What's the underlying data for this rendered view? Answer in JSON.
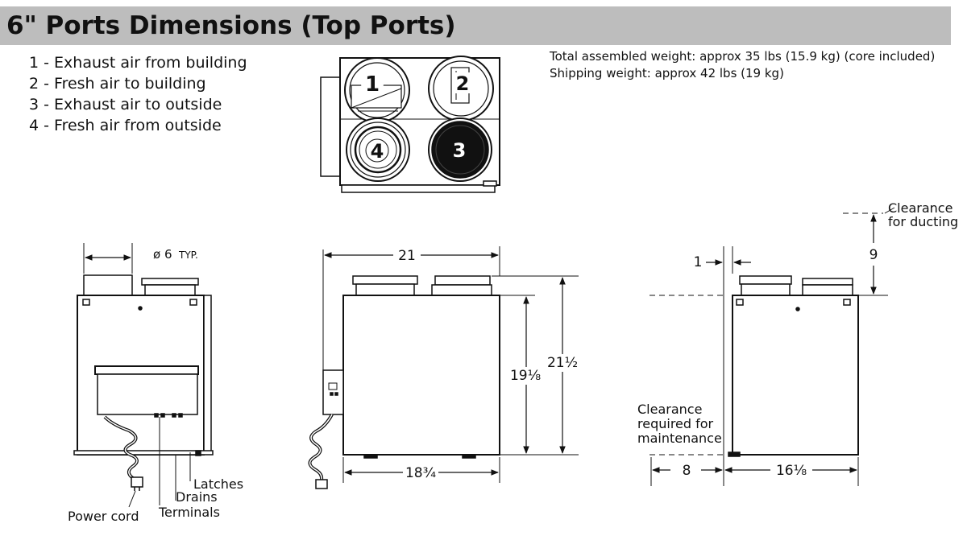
{
  "title": "6\" Ports Dimensions (Top Ports)",
  "legend": [
    "1 - Exhaust air from building",
    "2 - Fresh air to building",
    "3 - Exhaust air to outside",
    "4 - Fresh air from outside"
  ],
  "weights": {
    "assembled": "Total assembled weight: approx 35 lbs (15.9 kg) (core included)",
    "shipping": "Shipping weight: approx 42 lbs (19 kg)"
  },
  "top_view": {
    "ports": [
      "1",
      "2",
      "4",
      "3"
    ]
  },
  "side_view": {
    "port_dia": "ø 6",
    "port_dia_suffix": "TYP.",
    "labels": {
      "power_cord": "Power cord",
      "terminals": "Terminals",
      "drains": "Drains",
      "latches": "Latches"
    }
  },
  "front_view": {
    "width_top": "21",
    "width_bottom": "18¾",
    "height_body": "19⅛",
    "height_total": "21½"
  },
  "clearance_view": {
    "gap": "1",
    "ducting_clearance": "9",
    "ducting_label": [
      "Clearance",
      "for ducting"
    ],
    "maintenance_clearance": "8",
    "maintenance_label": [
      "Clearance",
      "required for",
      "maintenance"
    ],
    "depth": "16⅛"
  }
}
